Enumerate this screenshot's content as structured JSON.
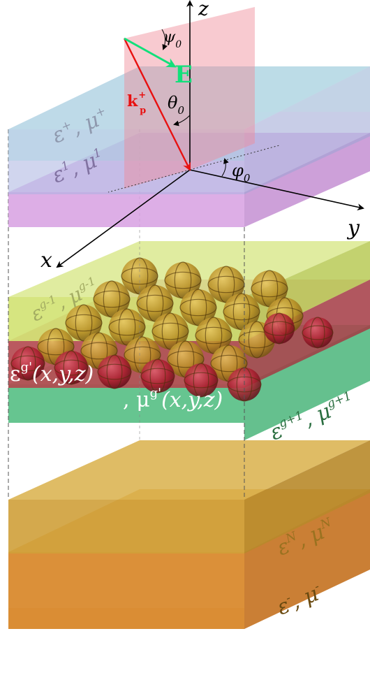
{
  "axes": {
    "z": "z",
    "y": "y",
    "x": "x"
  },
  "angles": {
    "psi": "ψ",
    "psi_sub": "0",
    "theta": "θ",
    "theta_sub": "0",
    "phi": "φ",
    "phi_sub": "0"
  },
  "vectors": {
    "E": "E",
    "k": "k",
    "k_sub": "p",
    "k_sup": "+"
  },
  "layers": {
    "top_eps": "ε",
    "top_eps_sup": "+",
    "top_mu": ", μ",
    "top_mu_sup": "+",
    "first_eps": "ε",
    "first_eps_sup": "1",
    "first_mu": ", μ",
    "first_mu_sup": "1",
    "gm1_eps": "ε",
    "gm1_eps_sup": "g-1",
    "gm1_mu": ", μ",
    "gm1_mu_sup": "g-1",
    "g_eps": "ε",
    "g_eps_sup": "g'",
    "g_eps_arg": "(x,y,z)",
    "g_mu": ", μ",
    "g_mu_sup": "g'",
    "g_mu_arg": "(x,y,z)",
    "gp1_eps": "ε",
    "gp1_eps_sup": "g+1",
    "gp1_mu": ", μ",
    "gp1_mu_sup": "g+1",
    "N_eps": "ε",
    "N_eps_sup": "N",
    "N_mu": ", μ",
    "N_mu_sup": "N",
    "bottom_eps": "ε",
    "bottom_eps_sup": "-",
    "bottom_mu": ", μ",
    "bottom_mu_sup": "-"
  },
  "colors": {
    "top_layer": "#9fd3dc",
    "layer1": "#b7a6dc",
    "magenta_slab": "#d49ae0",
    "yellow_layer": "#cfe06a",
    "red_layer": "#b3474e",
    "green_layer": "#5cc98b",
    "ochre_layer": "#d9a640",
    "orange_layer": "#d98a2e",
    "plane": "#f08a96",
    "k_vector": "#e81010",
    "E_vector": "#11e07a",
    "gold_spheres": "#c9a030",
    "red_spheres": "#b3202d"
  }
}
